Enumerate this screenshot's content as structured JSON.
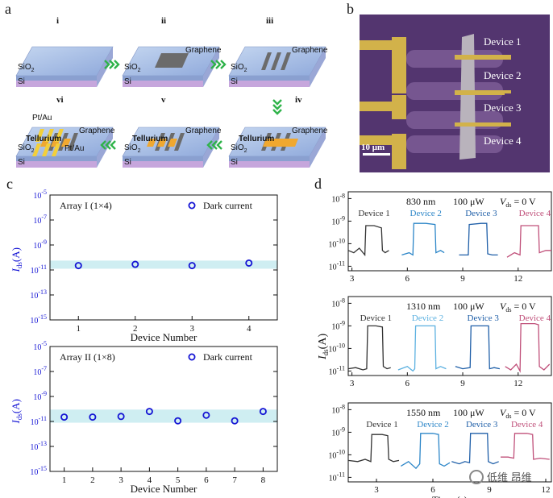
{
  "panel_letters": {
    "a": "a",
    "b": "b",
    "c": "c",
    "d": "d"
  },
  "panel_a": {
    "steps": [
      {
        "roman": "i",
        "labels": {
          "sio2": "SiO",
          "si": "Si"
        }
      },
      {
        "roman": "ii",
        "labels": {
          "graphene": "Graphene",
          "sio2": "SiO",
          "si": "Si"
        }
      },
      {
        "roman": "iii",
        "labels": {
          "graphene": "Graphene",
          "sio2": "SiO",
          "si": "Si"
        }
      },
      {
        "roman": "iv",
        "labels": {
          "graphene": "Graphene",
          "tellurium": "Tellurium",
          "sio2": "SiO",
          "si": "Si"
        }
      },
      {
        "roman": "v",
        "labels": {
          "graphene": "Graphene",
          "tellurium": "Tellurium",
          "sio2": "SiO",
          "si": "Si"
        }
      },
      {
        "roman": "vi",
        "labels": {
          "ptau1": "Pt/Au",
          "ptau2": "Pt/Au",
          "graphene": "Graphene",
          "tellurium": "Tellurium",
          "sio2": "SiO",
          "si": "Si"
        }
      }
    ],
    "sub2": "2",
    "colors": {
      "arrow": "#2fb34a",
      "slab_top": "#aac2e6",
      "slab_side": "#8aa0d0",
      "si": "#c6a6dc",
      "graphene": "#6b6b6b",
      "tellurium": "#f0a830",
      "metal": "#f2cf3a"
    }
  },
  "panel_b": {
    "device_labels": [
      "Device 1",
      "Device 2",
      "Device 3",
      "Device 4"
    ],
    "scale_bar": "10 μm",
    "colors": {
      "bg": "#5b3b7a",
      "gold": "#d2b24a",
      "flake": "#b9b3bc"
    }
  },
  "panel_c": {
    "ylabel_main": "I",
    "ylabel_sub": "ds",
    "ylabel_unit": "(A)",
    "xlabel": "Device Number",
    "y_tick_exponents": [
      "-5",
      "-7",
      "-9",
      "-11",
      "-13",
      "-15"
    ],
    "y_tick_base": "10",
    "legend": "Dark current",
    "charts": [
      {
        "title": "Array I (1×4)",
        "x_ticks": [
          "1",
          "2",
          "3",
          "4"
        ],
        "x": [
          1,
          2,
          3,
          4
        ],
        "y_log10": [
          -10.65,
          -10.55,
          -10.65,
          -10.45
        ],
        "xlim": [
          0.5,
          4.5
        ],
        "ylim_log10": [
          -15,
          -5
        ],
        "band_log10": [
          -10.9,
          -10.25
        ]
      },
      {
        "title": "Array II (1×8)",
        "x_ticks": [
          "1",
          "2",
          "3",
          "4",
          "5",
          "6",
          "7",
          "8"
        ],
        "x": [
          1,
          2,
          3,
          4,
          5,
          6,
          7,
          8
        ],
        "y_log10": [
          -10.65,
          -10.65,
          -10.6,
          -10.2,
          -10.95,
          -10.5,
          -10.95,
          -10.2
        ],
        "xlim": [
          0.5,
          8.5
        ],
        "ylim_log10": [
          -15,
          -5
        ],
        "band_log10": [
          -11.1,
          -10.05
        ]
      }
    ],
    "colors": {
      "marker": "#1414d4",
      "band": "#cfeef2",
      "axis_text": "#1414d4"
    }
  },
  "chart_data": [
    {
      "type": "line",
      "title": "830 nm",
      "power": "100 μW",
      "vds": "= 0 V",
      "x_ticks": [
        "3",
        "6",
        "9",
        "12"
      ],
      "xlim": [
        2.8,
        13.8
      ],
      "ylim_log10": [
        -11.2,
        -7.7
      ],
      "y_ticks": [
        -8,
        -9,
        -10,
        -11
      ],
      "series": [
        {
          "name": "Device 1",
          "color": "#333333",
          "x": [
            2.8,
            3.1,
            3.4,
            3.7,
            3.75,
            4.2,
            4.6,
            4.65,
            4.8,
            5.0
          ],
          "y": [
            -10.3,
            -10.4,
            -10.2,
            -10.5,
            -9.2,
            -9.2,
            -9.3,
            -10.3,
            -10.4,
            -10.3
          ]
        },
        {
          "name": "Device 2",
          "color": "#2c86c8",
          "x": [
            5.7,
            6.1,
            6.3,
            6.35,
            7.0,
            7.5,
            7.55,
            7.8,
            8.0
          ],
          "y": [
            -10.5,
            -10.4,
            -10.5,
            -9.1,
            -9.1,
            -9.15,
            -10.4,
            -10.3,
            -10.4
          ]
        },
        {
          "name": "Device 3",
          "color": "#1f5fa8",
          "x": [
            8.8,
            9.1,
            9.3,
            9.35,
            10.0,
            10.3,
            10.35,
            10.6,
            10.9
          ],
          "y": [
            -10.5,
            -10.5,
            -10.5,
            -9.15,
            -9.1,
            -9.1,
            -10.45,
            -10.5,
            -10.5
          ]
        },
        {
          "name": "Device 4",
          "color": "#c0507a",
          "x": [
            11.4,
            11.8,
            12.1,
            12.15,
            12.9,
            13.1,
            13.15,
            13.5,
            13.8
          ],
          "y": [
            -10.6,
            -10.4,
            -10.5,
            -9.2,
            -9.2,
            -9.2,
            -10.4,
            -10.3,
            -10.3
          ]
        }
      ]
    },
    {
      "type": "line",
      "title": "1310 nm",
      "power": "100 μW",
      "vds": "= 0 V",
      "x_ticks": [
        "3",
        "6",
        "9",
        "12"
      ],
      "xlim": [
        2.8,
        13.8
      ],
      "ylim_log10": [
        -11.2,
        -7.7
      ],
      "y_ticks": [
        -8,
        -9,
        -10,
        -11
      ],
      "series": [
        {
          "name": "Device 1",
          "color": "#333333",
          "x": [
            2.8,
            3.2,
            3.6,
            3.8,
            3.85,
            4.3,
            4.65,
            4.7,
            4.9,
            5.1
          ],
          "y": [
            -10.9,
            -10.85,
            -10.95,
            -10.9,
            -9.0,
            -9.0,
            -9.05,
            -10.8,
            -10.9,
            -10.85
          ]
        },
        {
          "name": "Device 2",
          "color": "#5ab0e0",
          "x": [
            5.5,
            6.0,
            6.3,
            6.4,
            6.45,
            7.1,
            7.5,
            7.55,
            7.8,
            8.1
          ],
          "y": [
            -10.95,
            -10.8,
            -11.0,
            -10.9,
            -9.0,
            -9.0,
            -9.0,
            -10.9,
            -10.8,
            -10.9
          ]
        },
        {
          "name": "Device 3",
          "color": "#1f5fa8",
          "x": [
            8.6,
            9.0,
            9.4,
            9.45,
            10.1,
            10.4,
            10.45,
            10.7,
            11.0
          ],
          "y": [
            -10.8,
            -10.9,
            -10.85,
            -9.0,
            -9.0,
            -9.0,
            -10.9,
            -10.85,
            -10.9
          ]
        },
        {
          "name": "Device 4",
          "color": "#c0507a",
          "x": [
            11.3,
            11.6,
            11.9,
            12.1,
            12.15,
            12.9,
            13.1,
            13.15,
            13.4,
            13.7
          ],
          "y": [
            -10.8,
            -10.95,
            -10.7,
            -11.0,
            -8.9,
            -8.9,
            -8.95,
            -10.8,
            -10.95,
            -10.7
          ]
        }
      ]
    },
    {
      "type": "line",
      "title": "1550 nm",
      "power": "100 μW",
      "vds": "= 0 V",
      "xlabel": "Time (s)",
      "x_ticks": [
        "3",
        "6",
        "9",
        "12"
      ],
      "xlim": [
        1.5,
        12.3
      ],
      "ylim_log10": [
        -11.2,
        -7.7
      ],
      "y_ticks": [
        -8,
        -9,
        -10,
        -11
      ],
      "series": [
        {
          "name": "Device 1",
          "color": "#333333",
          "x": [
            1.5,
            2.0,
            2.4,
            2.7,
            2.75,
            3.3,
            3.6,
            3.65,
            3.9,
            4.2
          ],
          "y": [
            -10.25,
            -10.3,
            -10.2,
            -10.3,
            -9.1,
            -9.1,
            -9.15,
            -10.2,
            -10.3,
            -10.25
          ]
        },
        {
          "name": "Device 2",
          "color": "#2c86c8",
          "x": [
            4.3,
            4.7,
            5.1,
            5.3,
            5.35,
            6.0,
            6.3,
            6.35,
            6.6,
            6.9
          ],
          "y": [
            -10.5,
            -10.3,
            -10.6,
            -10.4,
            -9.05,
            -9.05,
            -9.1,
            -10.4,
            -10.5,
            -10.35
          ]
        },
        {
          "name": "Device 3",
          "color": "#1f5fa8",
          "x": [
            7.0,
            7.4,
            7.7,
            7.95,
            8.0,
            8.6,
            8.9,
            8.95,
            9.2,
            9.5
          ],
          "y": [
            -10.3,
            -10.4,
            -10.3,
            -10.35,
            -9.05,
            -9.05,
            -9.05,
            -10.3,
            -10.4,
            -10.3
          ]
        },
        {
          "name": "Device 4",
          "color": "#c0507a",
          "x": [
            9.6,
            10.0,
            10.3,
            10.35,
            11.0,
            11.3,
            11.35,
            11.7,
            12.2
          ],
          "y": [
            -10.1,
            -10.1,
            -10.15,
            -9.05,
            -9.05,
            -9.1,
            -10.2,
            -10.15,
            -10.2
          ]
        }
      ]
    }
  ],
  "panel_d": {
    "ylabel_main": "I",
    "ylabel_sub": "ds",
    "ylabel_unit": "(A)",
    "vds_label": "V",
    "vds_sub": "ds",
    "y_tick_base": "10",
    "y_tick_exponents": [
      "-8",
      "-9",
      "-10",
      "-11"
    ]
  },
  "watermark": "低维 昂维"
}
